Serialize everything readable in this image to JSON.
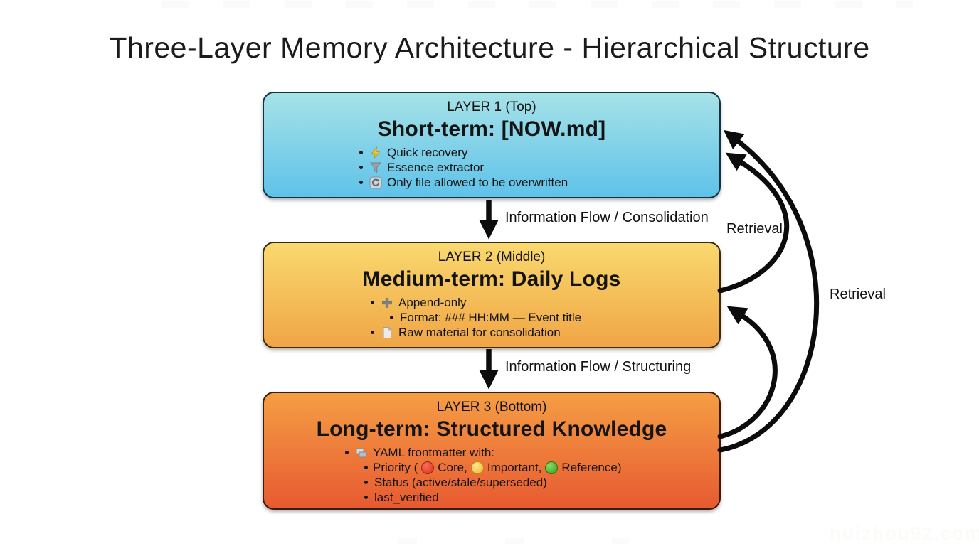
{
  "title": "Three-Layer Memory Architecture - Hierarchical Structure",
  "layers": [
    {
      "label": "LAYER 1 (Top)",
      "heading": "Short-term: [NOW.md]",
      "colors": {
        "gradient_top": "#a6e2e8",
        "gradient_bottom": "#5fc2e9",
        "border": "#15323e"
      },
      "bullets": [
        {
          "icon": "lightning-icon",
          "text": "Quick recovery"
        },
        {
          "icon": "funnel-icon",
          "text": "Essence extractor"
        },
        {
          "icon": "overwrite-icon",
          "text": "Only file allowed to be overwritten"
        }
      ]
    },
    {
      "label": "LAYER 2 (Middle)",
      "heading": "Medium-term: Daily Logs",
      "colors": {
        "gradient_top": "#f9d96e",
        "gradient_bottom": "#f0a546",
        "border": "#3a2a10"
      },
      "bullets": [
        {
          "icon": "plus-icon",
          "text": "Append-only"
        },
        {
          "icon": null,
          "level": 2,
          "text": "Format: ### HH:MM — Event title"
        },
        {
          "icon": "document-icon",
          "text": "Raw material for consolidation"
        }
      ]
    },
    {
      "label": "LAYER 3 (Bottom)",
      "heading": "Long-term: Structured Knowledge",
      "colors": {
        "gradient_top": "#f59e44",
        "gradient_bottom": "#e75a31",
        "border": "#3a1d12"
      },
      "bullets": [
        {
          "icon": "yaml-icon",
          "text": "YAML frontmatter with:"
        }
      ],
      "priority": {
        "prefix": "Priority (",
        "core": "Core,",
        "important": "Important,",
        "reference": "Reference)",
        "dot_colors": {
          "core": "#d62f1f",
          "important": "#efb42b",
          "reference": "#2f9f1e"
        }
      },
      "status": "Status (active/stale/superseded)",
      "last_verified": "last_verified"
    }
  ],
  "arrows": {
    "flow": [
      {
        "label": "Information Flow / Consolidation",
        "from": "LAYER 1",
        "to": "LAYER 2"
      },
      {
        "label": "Information Flow / Structuring",
        "from": "LAYER 2",
        "to": "LAYER 3"
      }
    ],
    "retrieval": [
      {
        "label": "Retrieval",
        "from": "LAYER 2",
        "to": "LAYER 1"
      },
      {
        "label": "Retrieval",
        "from": "LAYER 3",
        "to": "LAYER 1"
      },
      {
        "label": "",
        "from": "LAYER 3",
        "to": "LAYER 2"
      }
    ],
    "color": "#0c0c0c"
  },
  "watermark": "huizhou92.com"
}
